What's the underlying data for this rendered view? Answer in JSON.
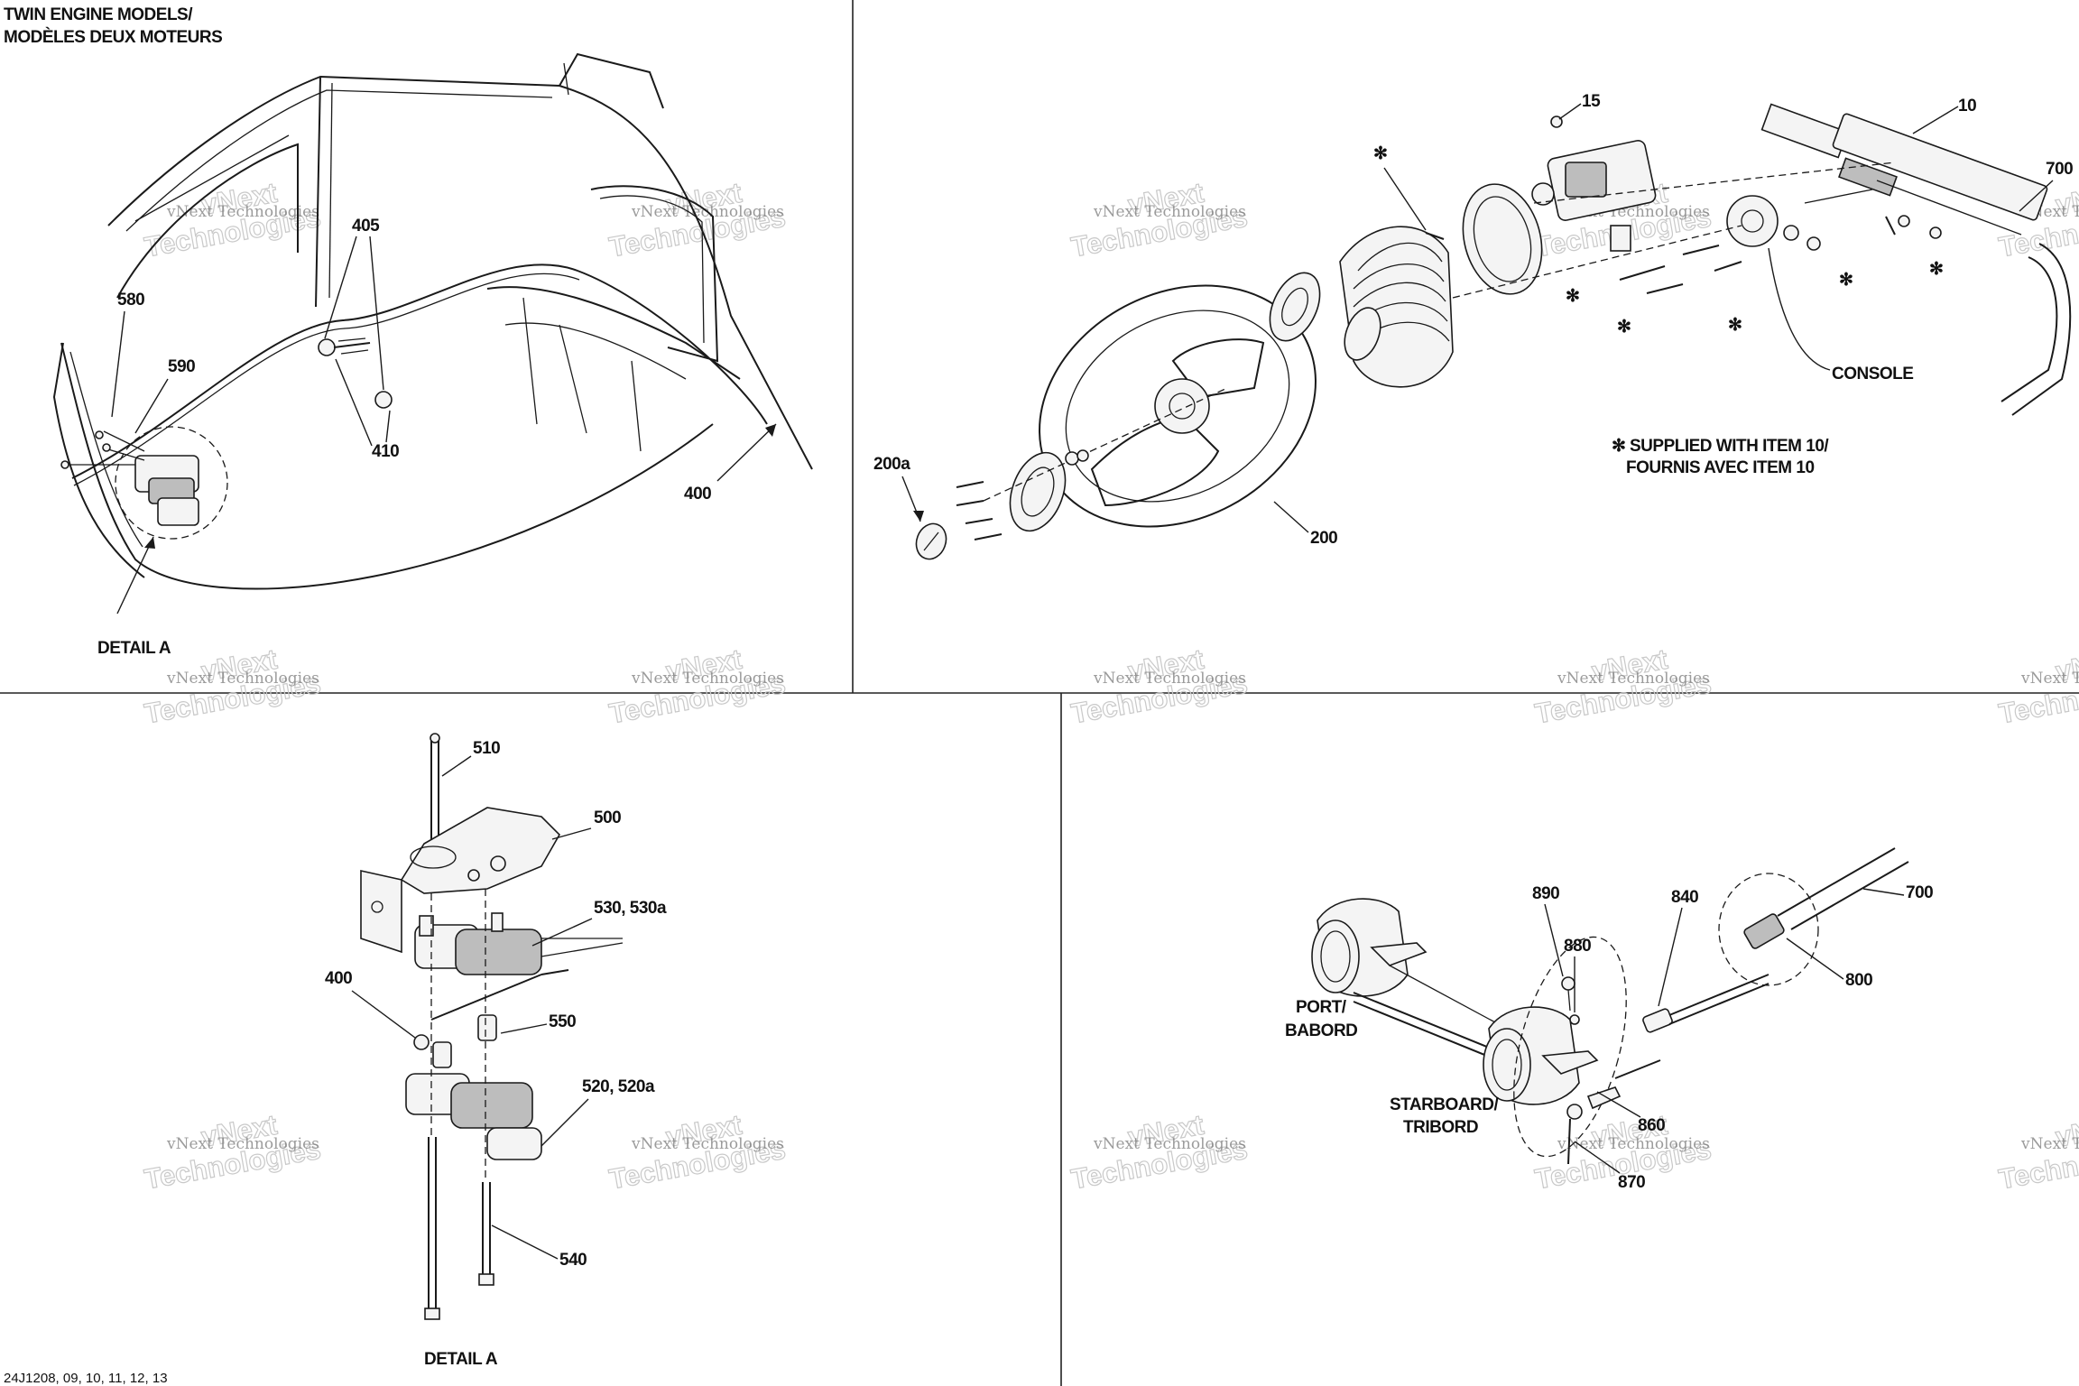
{
  "header": {
    "title_line1": "TWIN ENGINE MODELS/",
    "title_line2": "MODÈLES DEUX MOTEURS"
  },
  "footer": {
    "drawing_ref": "24J1208, 09, 10, 11, 12, 13"
  },
  "panels": {
    "top_left": {
      "callouts": [
        "580",
        "590",
        "405",
        "410",
        "400"
      ],
      "caption": "DETAIL A"
    },
    "top_right": {
      "callouts": [
        "15",
        "10",
        "700",
        "200a",
        "200"
      ],
      "console_label": "CONSOLE",
      "note_symbol": "✻",
      "note_line1": "SUPPLIED WITH ITEM 10/",
      "note_line2": "FOURNIS AVEC ITEM 10",
      "star": "✻"
    },
    "bottom_left": {
      "callouts": [
        "510",
        "500",
        "530, 530a",
        "400",
        "550",
        "520, 520a",
        "540"
      ],
      "caption": "DETAIL A"
    },
    "bottom_right": {
      "callouts": [
        "890",
        "880",
        "840",
        "700",
        "800",
        "860",
        "870"
      ],
      "port_line1": "PORT/",
      "port_line2": "BABORD",
      "starboard_line1": "STARBOARD/",
      "starboard_line2": "TRIBORD"
    }
  },
  "watermark": {
    "line1": "vNext Technologies",
    "line2": "Technologies",
    "line3": "vNext"
  }
}
